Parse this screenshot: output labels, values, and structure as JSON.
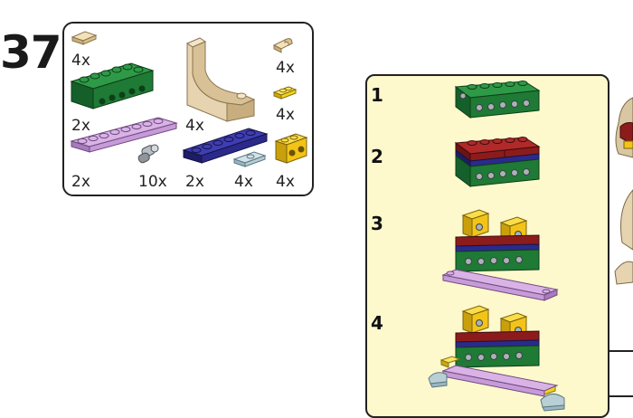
{
  "step": {
    "number": "37"
  },
  "parts": [
    {
      "name": "tan-tile-1x2",
      "qty": "4x",
      "color": "#e6cf9d"
    },
    {
      "name": "green-technic-brick-1x6",
      "qty": "2x",
      "color": "#1e7a34"
    },
    {
      "name": "lavender-plate-1x8",
      "qty": "2x",
      "color": "#c79bd8"
    },
    {
      "name": "gray-technic-pin",
      "qty": "10x",
      "color": "#9aa0a6"
    },
    {
      "name": "tan-arch-curved",
      "qty": "4x",
      "color": "#e6d3b0"
    },
    {
      "name": "dark-blue-plate-1x6",
      "qty": "2x",
      "color": "#2b2a8c"
    },
    {
      "name": "light-blue-curved-plate",
      "qty": "4x",
      "color": "#b9cfd6"
    },
    {
      "name": "tan-plate-clip",
      "qty": "4x",
      "color": "#e6cf9d"
    },
    {
      "name": "yellow-plate-1x2",
      "qty": "4x",
      "color": "#f3d21f"
    },
    {
      "name": "yellow-technic-brick-1x2",
      "qty": "4x",
      "color": "#f3c417"
    }
  ],
  "substeps": [
    {
      "number": "1"
    },
    {
      "number": "2"
    },
    {
      "number": "3"
    },
    {
      "number": "4"
    }
  ],
  "colors": {
    "green": "#1e7a34",
    "dark_red": "#8c1c1c",
    "dark_blue": "#2b2a8c",
    "yellow": "#f3c417",
    "lavender": "#c79bd8",
    "tan": "#e6d3b0",
    "light_blue": "#b9cfd6",
    "panel_bg": "#fdf9cc"
  }
}
